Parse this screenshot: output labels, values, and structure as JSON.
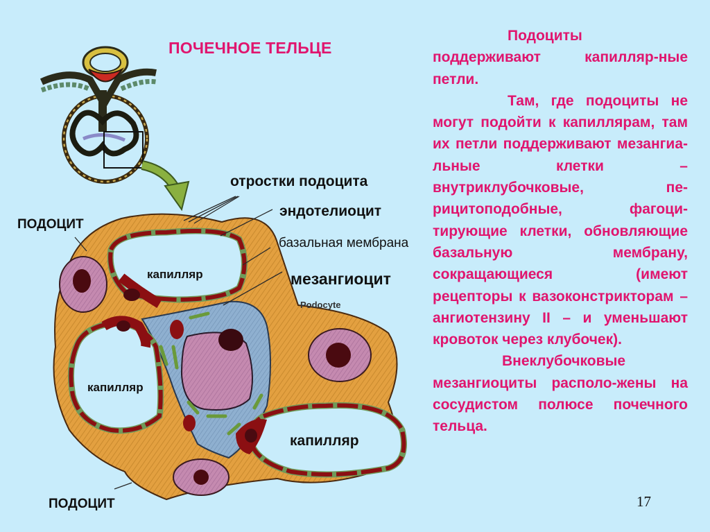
{
  "slide": {
    "title": "ПОЧЕЧНОЕ ТЕЛЬЦЕ",
    "page_number": "17",
    "colors": {
      "background": "#c8ecfb",
      "accent_text": "#e0156e",
      "podocyte": "#e3a040",
      "nucleus": "#c58ab0",
      "capillary_wall": "#8b0f12",
      "mesangiocyte": "#8fb0d0",
      "basement_membrane": "#6f9a5a"
    }
  },
  "diagram": {
    "labels": {
      "podocyte_processes": "отростки подоцита",
      "endotheliocyte": "эндотелиоцит",
      "basal_membrane": "базальная мембрана",
      "mesangiocyte": "мезангиоцит",
      "podocyte_en": "Podocyte",
      "podocyte_top": "ПОДОЦИТ",
      "podocyte_bottom": "ПОДОЦИТ",
      "capillary_1": "капилляр",
      "capillary_2": "капилляр",
      "capillary_3": "капилляр"
    }
  },
  "text": {
    "paragraphs": [
      "Подоциты поддерживают капилляр-ные петли.",
      "Там, где подоциты не могут подойти к капиллярам, там их петли поддерживают мезангиа-льные клетки – внутриклубочковые, пе-рицитоподобные, фагоци-тирующие клетки, обновляющие базальную мембрану, сокращающиеся (имеют рецепторы к вазоконстрикторам – ангиотензину II – и уменьшают кровоток через клубочек).",
      "Внеклубочковые мезангиоциты располо-жены на сосудистом полюсе почечного тельца."
    ]
  }
}
